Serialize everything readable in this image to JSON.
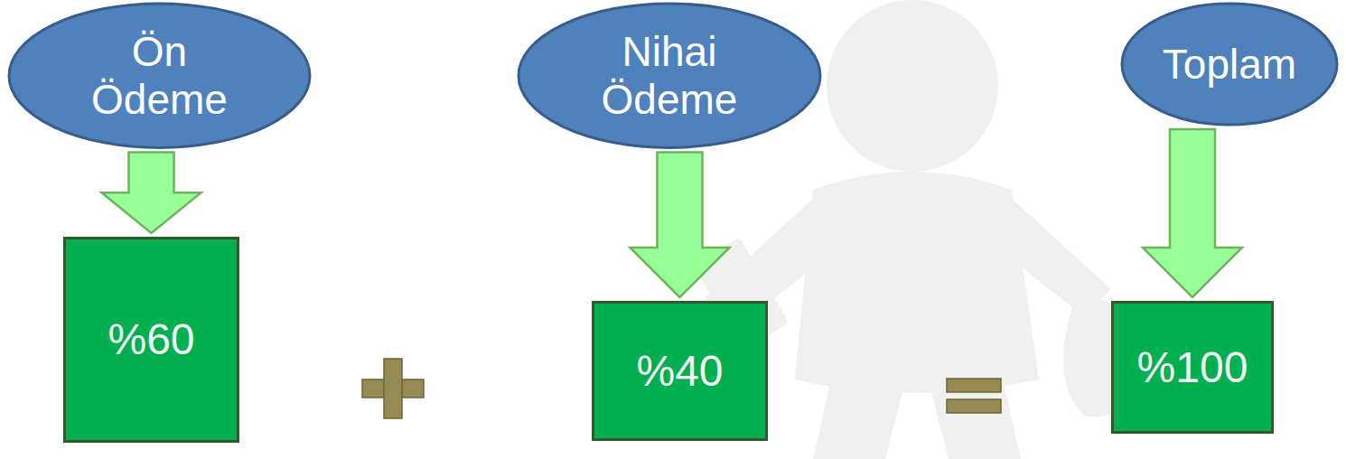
{
  "diagram": {
    "nodes": [
      {
        "text": [
          "Ön Ödeme"
        ]
      },
      {
        "text": [
          "Nihai Ödeme"
        ]
      },
      {
        "text": [
          "Toplam"
        ]
      },
      {
        "text": [
          "%60"
        ]
      },
      {
        "text": [
          "%40"
        ]
      },
      {
        "text": [
          "%100"
        ]
      }
    ],
    "edges": [
      {
        "from": 0,
        "to": 3,
        "arrow": "to"
      },
      {
        "from": 1,
        "to": 4,
        "arrow": "to"
      },
      {
        "from": 2,
        "to": 5,
        "arrow": "to"
      }
    ]
  }
}
